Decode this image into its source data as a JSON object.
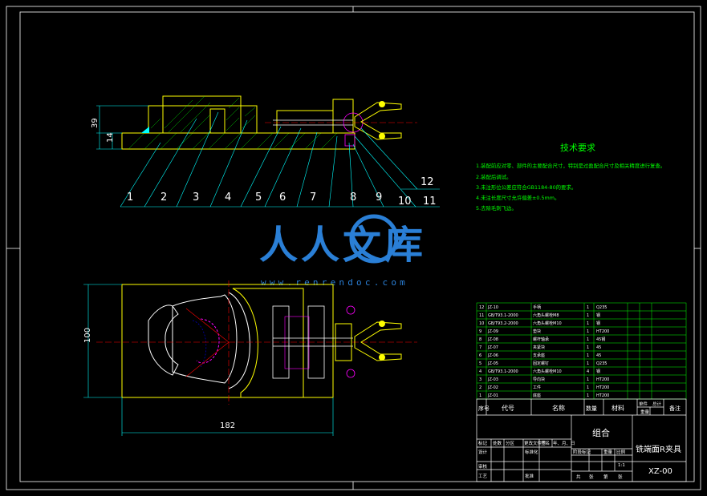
{
  "colors": {
    "background": "#000000",
    "frame": "#ffffff",
    "part": "#ffff00",
    "hatch": "#00ff00",
    "leader": "#00ffff",
    "center": "#ff0000",
    "accent": "#ff00ff",
    "hidden": "#0000ff",
    "watermark": "#2a7fd6"
  },
  "dimensions": {
    "height_total": "39",
    "base_thickness": "14",
    "width": "100",
    "length": "182"
  },
  "balloons": [
    "1",
    "2",
    "3",
    "4",
    "5",
    "6",
    "7",
    "8",
    "9",
    "10",
    "11",
    "12"
  ],
  "tech_requirements": {
    "title": "技术要求",
    "items": [
      "1.装配前应对零、部件的主要配合尺寸，特别是过盈配合尺寸及相关精度进行复查。",
      "2.装配后调试。",
      "3.未注形位公差应符合GB1184-80的要求。",
      "4.未注长度尺寸允许偏差±0.5mm。",
      "5.去除毛刺飞边。"
    ]
  },
  "watermark": {
    "text": "人人文库",
    "url": "www.renrendoc.com"
  },
  "bom_rows": [
    {
      "no": "12",
      "code": "JZ-10",
      "name": "手柄",
      "qty": "1",
      "mat": "Q235"
    },
    {
      "no": "11",
      "code": "GB/T93.1-2000",
      "name": "六角头螺栓M8",
      "qty": "1",
      "mat": "钢"
    },
    {
      "no": "10",
      "code": "GB/T93.2-2000",
      "name": "六角头螺栓M10",
      "qty": "1",
      "mat": "钢"
    },
    {
      "no": "9",
      "code": "JZ-09",
      "name": "垫块",
      "qty": "1",
      "mat": "HT200"
    },
    {
      "no": "8",
      "code": "JZ-08",
      "name": "螺杆轴承",
      "qty": "1",
      "mat": "45钢"
    },
    {
      "no": "7",
      "code": "JZ-07",
      "name": "夹紧块",
      "qty": "1",
      "mat": "45"
    },
    {
      "no": "6",
      "code": "JZ-06",
      "name": "支承座",
      "qty": "1",
      "mat": "45"
    },
    {
      "no": "5",
      "code": "JZ-05",
      "name": "固定螺钉",
      "qty": "1",
      "mat": "Q235"
    },
    {
      "no": "4",
      "code": "GB/T93.1-2000",
      "name": "六角头螺栓M10",
      "qty": "4",
      "mat": "钢"
    },
    {
      "no": "3",
      "code": "JZ-03",
      "name": "导向块",
      "qty": "1",
      "mat": "HT200"
    },
    {
      "no": "2",
      "code": "JZ-02",
      "name": "工件",
      "qty": "1",
      "mat": "HT200"
    },
    {
      "no": "1",
      "code": "JZ-01",
      "name": "底座",
      "qty": "1",
      "mat": "HT200"
    }
  ],
  "bom_header": {
    "no": "序号",
    "code": "代号",
    "name": "名称",
    "qty": "数量",
    "mat": "材料",
    "unit_w": "单件",
    "total_w": "总计",
    "weight": "重量",
    "note": "备注"
  },
  "title_block": {
    "group": "组合",
    "drawing_name": "铣端面R夹具",
    "drawing_no": "XZ-00",
    "scale": "1:1",
    "change_header": [
      "标记",
      "处数",
      "分区",
      "更改文件号",
      "签名",
      "年、月、日"
    ],
    "roles": [
      "设计",
      "审核",
      "工艺"
    ],
    "std": "标准化",
    "approve": "批准",
    "stage_labels": [
      "阶段标记",
      "重量",
      "比例"
    ],
    "sheet_labels": [
      "共",
      "张",
      "第",
      "张"
    ]
  }
}
